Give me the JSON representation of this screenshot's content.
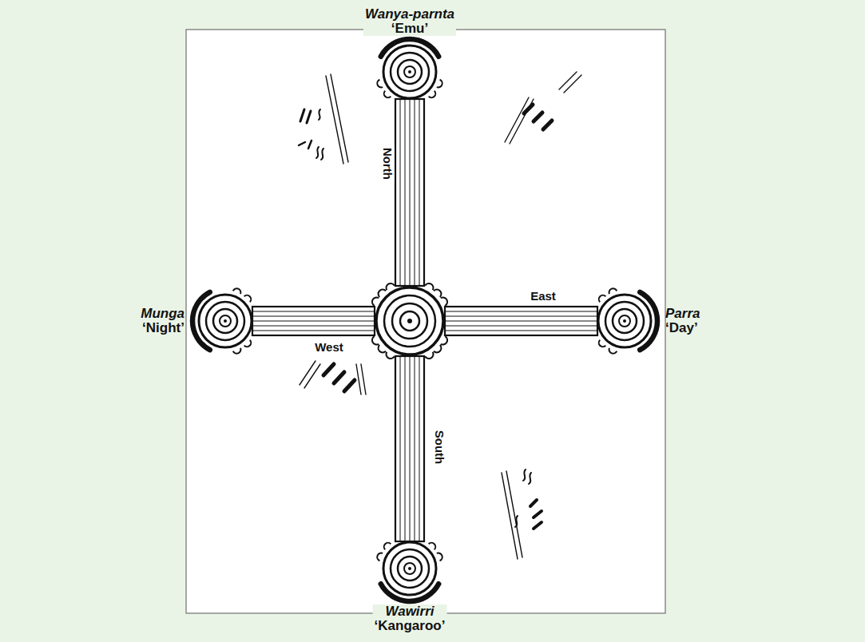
{
  "diagram": {
    "nodes": [
      {
        "text": [
          "Wanya-parnta",
          "‘Emu’"
        ]
      },
      {
        "text": [
          "Munga",
          "‘Night’"
        ]
      },
      {
        "text": [
          "Parra",
          "‘Day’"
        ]
      },
      {
        "text": [
          "Wawirri",
          "‘Kangaroo’"
        ]
      }
    ],
    "labels": [
      "North",
      "East",
      "West",
      "South"
    ]
  }
}
